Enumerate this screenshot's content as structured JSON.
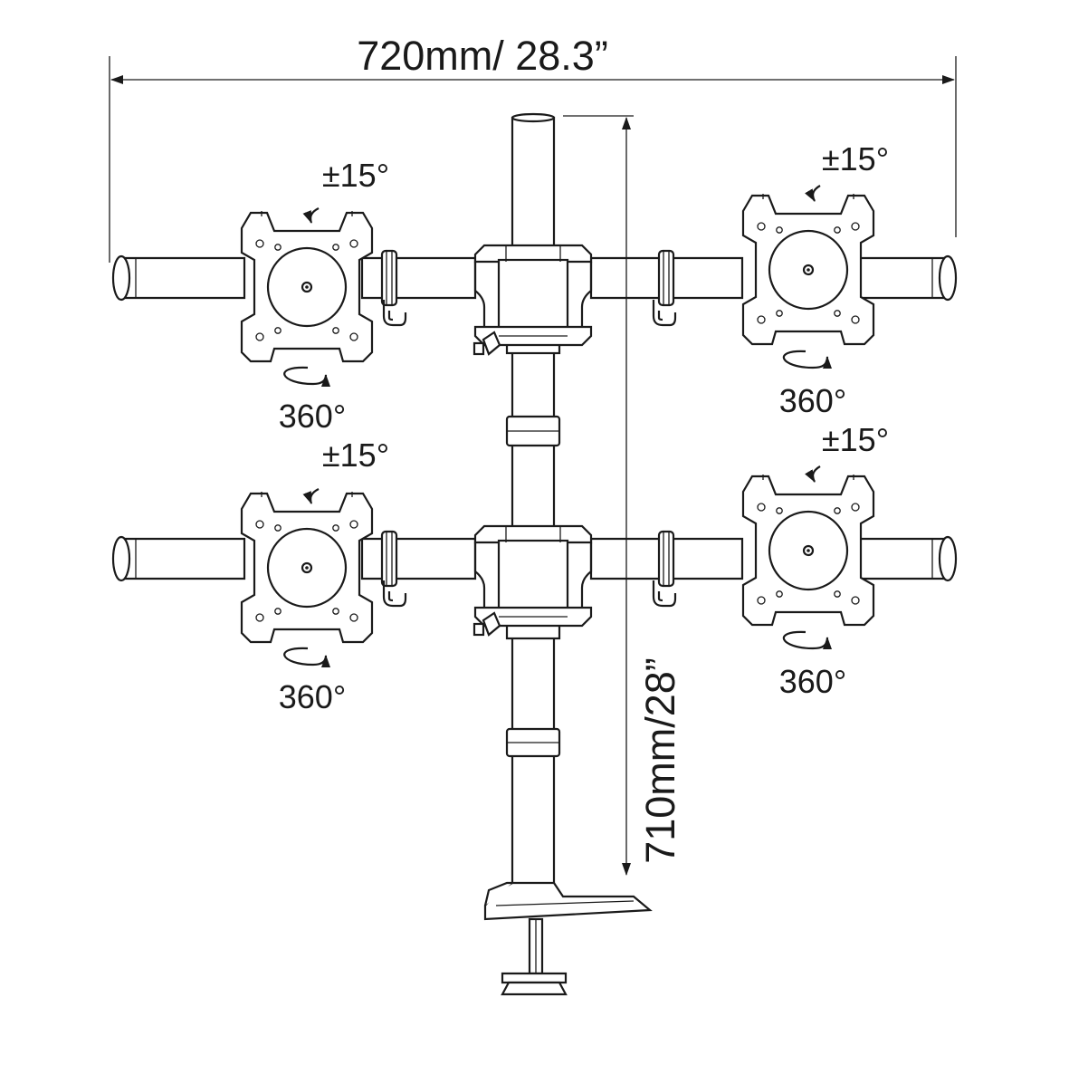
{
  "dimensions": {
    "width_label": "720mm/ 28.3”",
    "height_label": "710mm/28”"
  },
  "mounts": [
    {
      "id": "top-left",
      "tilt_label": "±15°",
      "rotate_label": "360°"
    },
    {
      "id": "top-right",
      "tilt_label": "±15°",
      "rotate_label": "360°"
    },
    {
      "id": "bottom-left",
      "tilt_label": "±15°",
      "rotate_label": "360°"
    },
    {
      "id": "bottom-right",
      "tilt_label": "±15°",
      "rotate_label": "360°"
    }
  ]
}
